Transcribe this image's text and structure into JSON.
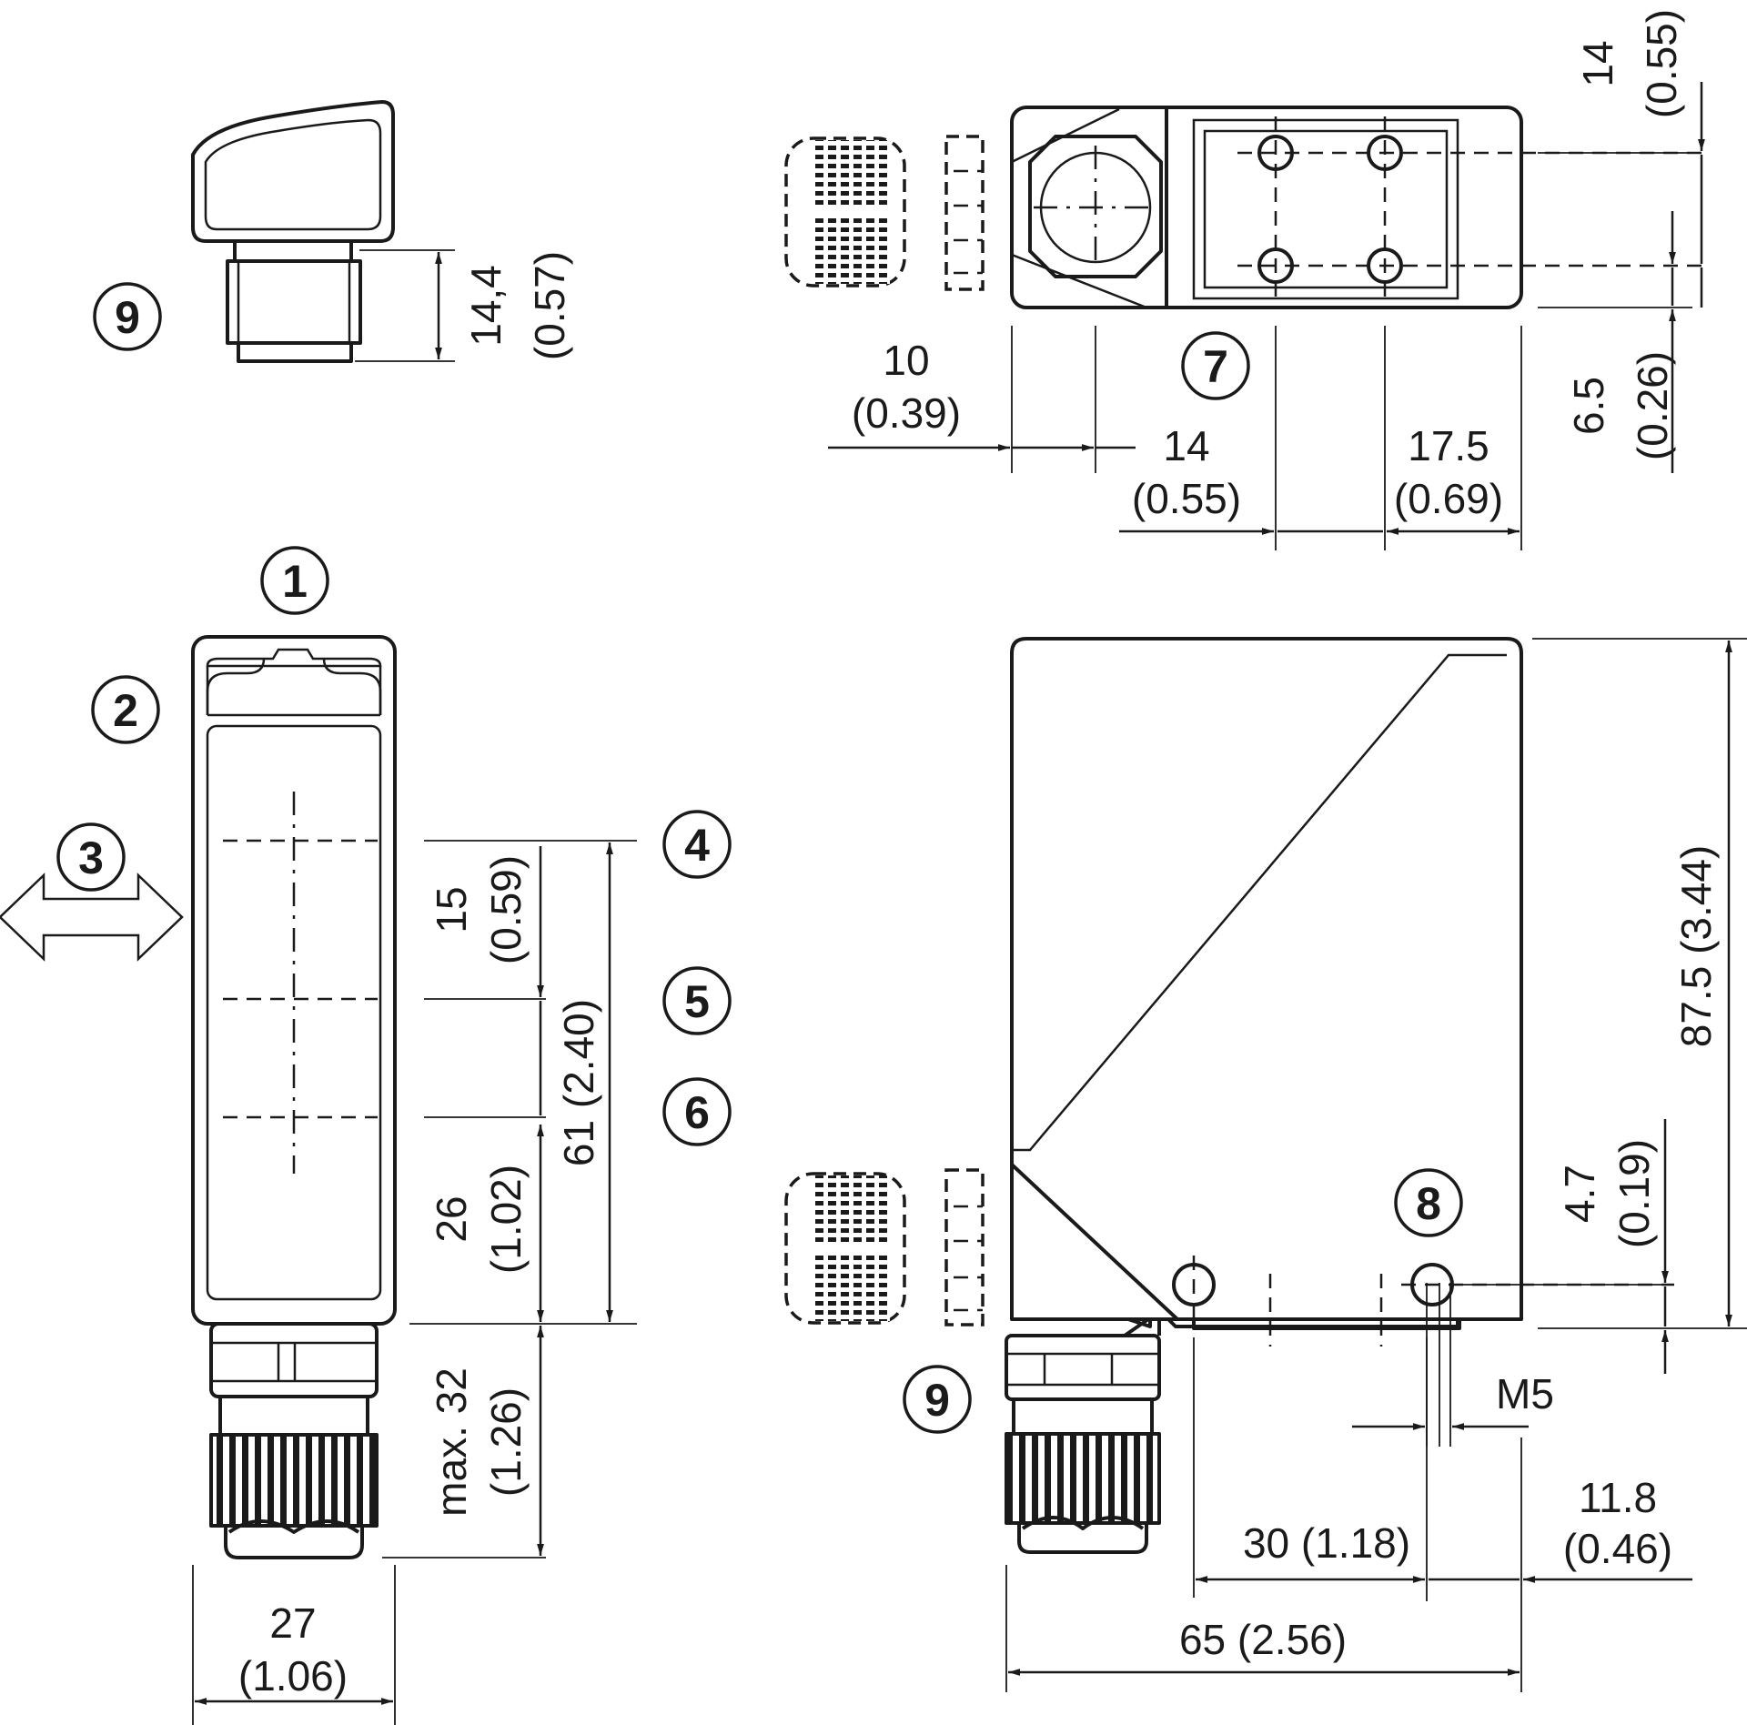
{
  "callouts": {
    "c1": "1",
    "c2": "2",
    "c3": "3",
    "c4": "4",
    "c5": "5",
    "c6": "6",
    "c7": "7",
    "c8": "8",
    "c9a": "9",
    "c9b": "9"
  },
  "dimensions": {
    "d144": "14,4",
    "d144in": "(0.57)",
    "d14t": "14",
    "d14tin": "(0.55)",
    "d10": "10",
    "d10in": "(0.39)",
    "d14b": "14",
    "d14bin": "(0.55)",
    "d175": "17.5",
    "d175in": "(0.69)",
    "d65s": "6.5",
    "d65sin": "(0.26)",
    "d15": "15",
    "d15in": "(0.59)",
    "d26": "26",
    "d26in": "(1.02)",
    "d61": "61 (2.40)",
    "dmax32": "max. 32",
    "dmax32in": "(1.26)",
    "d27": "27",
    "d27in": "(1.06)",
    "d875": "87.5 (3.44)",
    "d47": "4.7",
    "d47in": "(0.19)",
    "dm5": "M5",
    "d118": "11.8",
    "d118in": "(0.46)",
    "d30": "30 (1.18)",
    "d65": "65 (2.56)"
  }
}
